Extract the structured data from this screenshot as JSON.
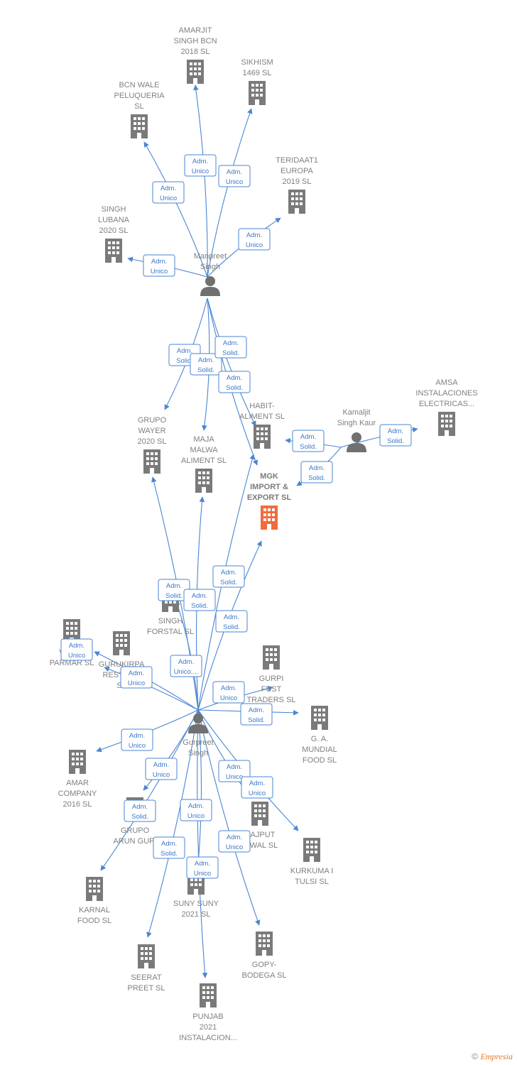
{
  "colors": {
    "edge": "#4a86d3",
    "building": "#7a7a7a",
    "focus_building": "#f26b3a",
    "person": "#707070",
    "label": "#808080"
  },
  "people": [
    {
      "id": "manpreet",
      "lines": [
        "Manpreet",
        "Singh"
      ]
    },
    {
      "id": "kamaljit",
      "lines": [
        "Kamaljit",
        "Singh Kaur"
      ]
    },
    {
      "id": "gurpreet",
      "lines": [
        "Gurpreet",
        "Singh"
      ]
    }
  ],
  "companies": [
    {
      "id": "amarjit",
      "lines": [
        "AMARJIT",
        "SINGH BCN",
        "2018  SL"
      ],
      "icon": "building-icon"
    },
    {
      "id": "sikhism",
      "lines": [
        "SIKHISM",
        "1469  SL"
      ],
      "icon": "building-icon"
    },
    {
      "id": "bcnwale",
      "lines": [
        "BCN WALE",
        "PELUQUERIA",
        "SL"
      ],
      "icon": "building-icon"
    },
    {
      "id": "teridaat",
      "lines": [
        "TERIDAAT1",
        "EUROPA",
        "2019  SL"
      ],
      "icon": "building-icon"
    },
    {
      "id": "lubana",
      "lines": [
        "SINGH",
        "LUBANA",
        "2020  SL"
      ],
      "icon": "building-icon"
    },
    {
      "id": "amsa",
      "lines": [
        "AMSA",
        "INSTALACIONES",
        "ELECTRICAS..."
      ],
      "icon": "building-icon"
    },
    {
      "id": "habit",
      "lines": [
        "HABIT-",
        "ALIMENT  SL"
      ],
      "icon": "building-icon"
    },
    {
      "id": "wayer",
      "lines": [
        "GRUPO",
        "WAYER",
        "2020  SL"
      ],
      "icon": "building-icon"
    },
    {
      "id": "majamalwa",
      "lines": [
        "MAJA",
        "MALWA",
        "ALIMENT  SL"
      ],
      "icon": "building-icon"
    },
    {
      "id": "mgk",
      "lines": [
        "MGK",
        "IMPORT &",
        "EXPORT  SL"
      ],
      "icon": "building-icon",
      "focus": true
    },
    {
      "id": "forstal",
      "lines": [
        "SINGH",
        "FORSTAL  SL"
      ],
      "icon": "building-icon"
    },
    {
      "id": "virk",
      "lines": [
        "VIRK &",
        "PARMAR  SL"
      ],
      "icon": "building-icon"
    },
    {
      "id": "gurukirpa",
      "lines": [
        "GURUKIRPA",
        "RESTAU...",
        "SL"
      ],
      "icon": "building-icon"
    },
    {
      "id": "gurpi",
      "lines": [
        "GURPI",
        "FUST",
        "TRADERS  SL"
      ],
      "icon": "building-icon"
    },
    {
      "id": "gamundial",
      "lines": [
        "G.  A.",
        "MUNDIAL",
        "FOOD  SL"
      ],
      "icon": "building-icon"
    },
    {
      "id": "amar",
      "lines": [
        "AMAR",
        "COMPANY",
        "2016  SL"
      ],
      "icon": "building-icon"
    },
    {
      "id": "arungupi",
      "lines": [
        "GRUPO",
        "ARUN GUPI"
      ],
      "icon": "building-icon"
    },
    {
      "id": "rajput",
      "lines": [
        "RAJPUT",
        "DIWAL  SL"
      ],
      "icon": "building-icon"
    },
    {
      "id": "kurkuma",
      "lines": [
        "KURKUMA I",
        "TULSI  SL"
      ],
      "icon": "building-icon"
    },
    {
      "id": "karnal",
      "lines": [
        "KARNAL",
        "FOOD  SL"
      ],
      "icon": "building-icon"
    },
    {
      "id": "suny",
      "lines": [
        "SUNY SUNY",
        "2021  SL"
      ],
      "icon": "building-icon"
    },
    {
      "id": "seerat",
      "lines": [
        "SEERAT",
        "PREET  SL"
      ],
      "icon": "building-icon"
    },
    {
      "id": "gopy",
      "lines": [
        "GOPY-",
        "BODEGA  SL"
      ],
      "icon": "building-icon"
    },
    {
      "id": "punjab",
      "lines": [
        "PUNJAB",
        "2021",
        "INSTALACION..."
      ],
      "icon": "building-icon"
    }
  ],
  "relations": [
    {
      "from": "manpreet",
      "to": "amarjit",
      "lines": [
        "Adm.",
        "Unico"
      ]
    },
    {
      "from": "manpreet",
      "to": "sikhism",
      "lines": [
        "Adm.",
        "Unico"
      ]
    },
    {
      "from": "manpreet",
      "to": "bcnwale",
      "lines": [
        "Adm.",
        "Unico"
      ]
    },
    {
      "from": "manpreet",
      "to": "teridaat",
      "lines": [
        "Adm.",
        "Unico"
      ]
    },
    {
      "from": "manpreet",
      "to": "lubana",
      "lines": [
        "Adm.",
        "Unico"
      ]
    },
    {
      "from": "manpreet",
      "to": "wayer",
      "lines": [
        "Adm.",
        "Solid."
      ]
    },
    {
      "from": "manpreet",
      "to": "majamalwa",
      "lines": [
        "Adm.",
        "Solid."
      ]
    },
    {
      "from": "manpreet",
      "to": "habit",
      "lines": [
        "Adm.",
        "Solid."
      ]
    },
    {
      "from": "manpreet",
      "to": "mgk",
      "lines": [
        "Adm.",
        "Solid."
      ]
    },
    {
      "from": "kamaljit",
      "to": "amsa",
      "lines": [
        "Adm.",
        "Solid."
      ]
    },
    {
      "from": "kamaljit",
      "to": "habit",
      "lines": [
        "Adm.",
        "Solid."
      ]
    },
    {
      "from": "kamaljit",
      "to": "mgk",
      "lines": [
        "Adm.",
        "Solid."
      ]
    },
    {
      "from": "gurpreet",
      "to": "wayer",
      "lines": [
        "Adm.",
        "Solid."
      ]
    },
    {
      "from": "gurpreet",
      "to": "majamalwa",
      "lines": [
        "Adm.",
        "Solid."
      ]
    },
    {
      "from": "gurpreet",
      "to": "habit",
      "lines": [
        "Adm.",
        "Solid."
      ]
    },
    {
      "from": "gurpreet",
      "to": "mgk",
      "lines": [
        "Adm.",
        "Solid."
      ]
    },
    {
      "from": "gurpreet",
      "to": "forstal",
      "lines": [
        "Adm.",
        "Unico...."
      ]
    },
    {
      "from": "gurpreet",
      "to": "virk",
      "lines": [
        "Adm.",
        "Unico"
      ]
    },
    {
      "from": "gurpreet",
      "to": "gurukirpa",
      "lines": [
        "Adm.",
        "Unico"
      ]
    },
    {
      "from": "gurpreet",
      "to": "gurpi",
      "lines": [
        "Adm.",
        "Unico"
      ]
    },
    {
      "from": "gurpreet",
      "to": "gamundial",
      "lines": [
        "Adm.",
        "Solid."
      ]
    },
    {
      "from": "gurpreet",
      "to": "amar",
      "lines": [
        "Adm.",
        "Unico"
      ]
    },
    {
      "from": "gurpreet",
      "to": "arungupi",
      "lines": [
        "Adm.",
        "Unico"
      ]
    },
    {
      "from": "gurpreet",
      "to": "rajput",
      "lines": [
        "Adm.",
        "Unico"
      ]
    },
    {
      "from": "gurpreet",
      "to": "kurkuma",
      "lines": [
        "Adm.",
        "Unico"
      ]
    },
    {
      "from": "gurpreet",
      "to": "karnal",
      "lines": [
        "Adm.",
        "Solid."
      ]
    },
    {
      "from": "gurpreet",
      "to": "suny",
      "lines": [
        "Adm.",
        "Unico"
      ]
    },
    {
      "from": "gurpreet",
      "to": "seerat",
      "lines": [
        "Adm.",
        "Solid."
      ]
    },
    {
      "from": "gurpreet",
      "to": "gopy",
      "lines": [
        "Adm.",
        "Unico"
      ]
    },
    {
      "from": "gurpreet",
      "to": "punjab",
      "lines": [
        "Adm.",
        "Unico"
      ]
    }
  ],
  "footer": {
    "copyright": "©",
    "brand": "Empresia"
  }
}
